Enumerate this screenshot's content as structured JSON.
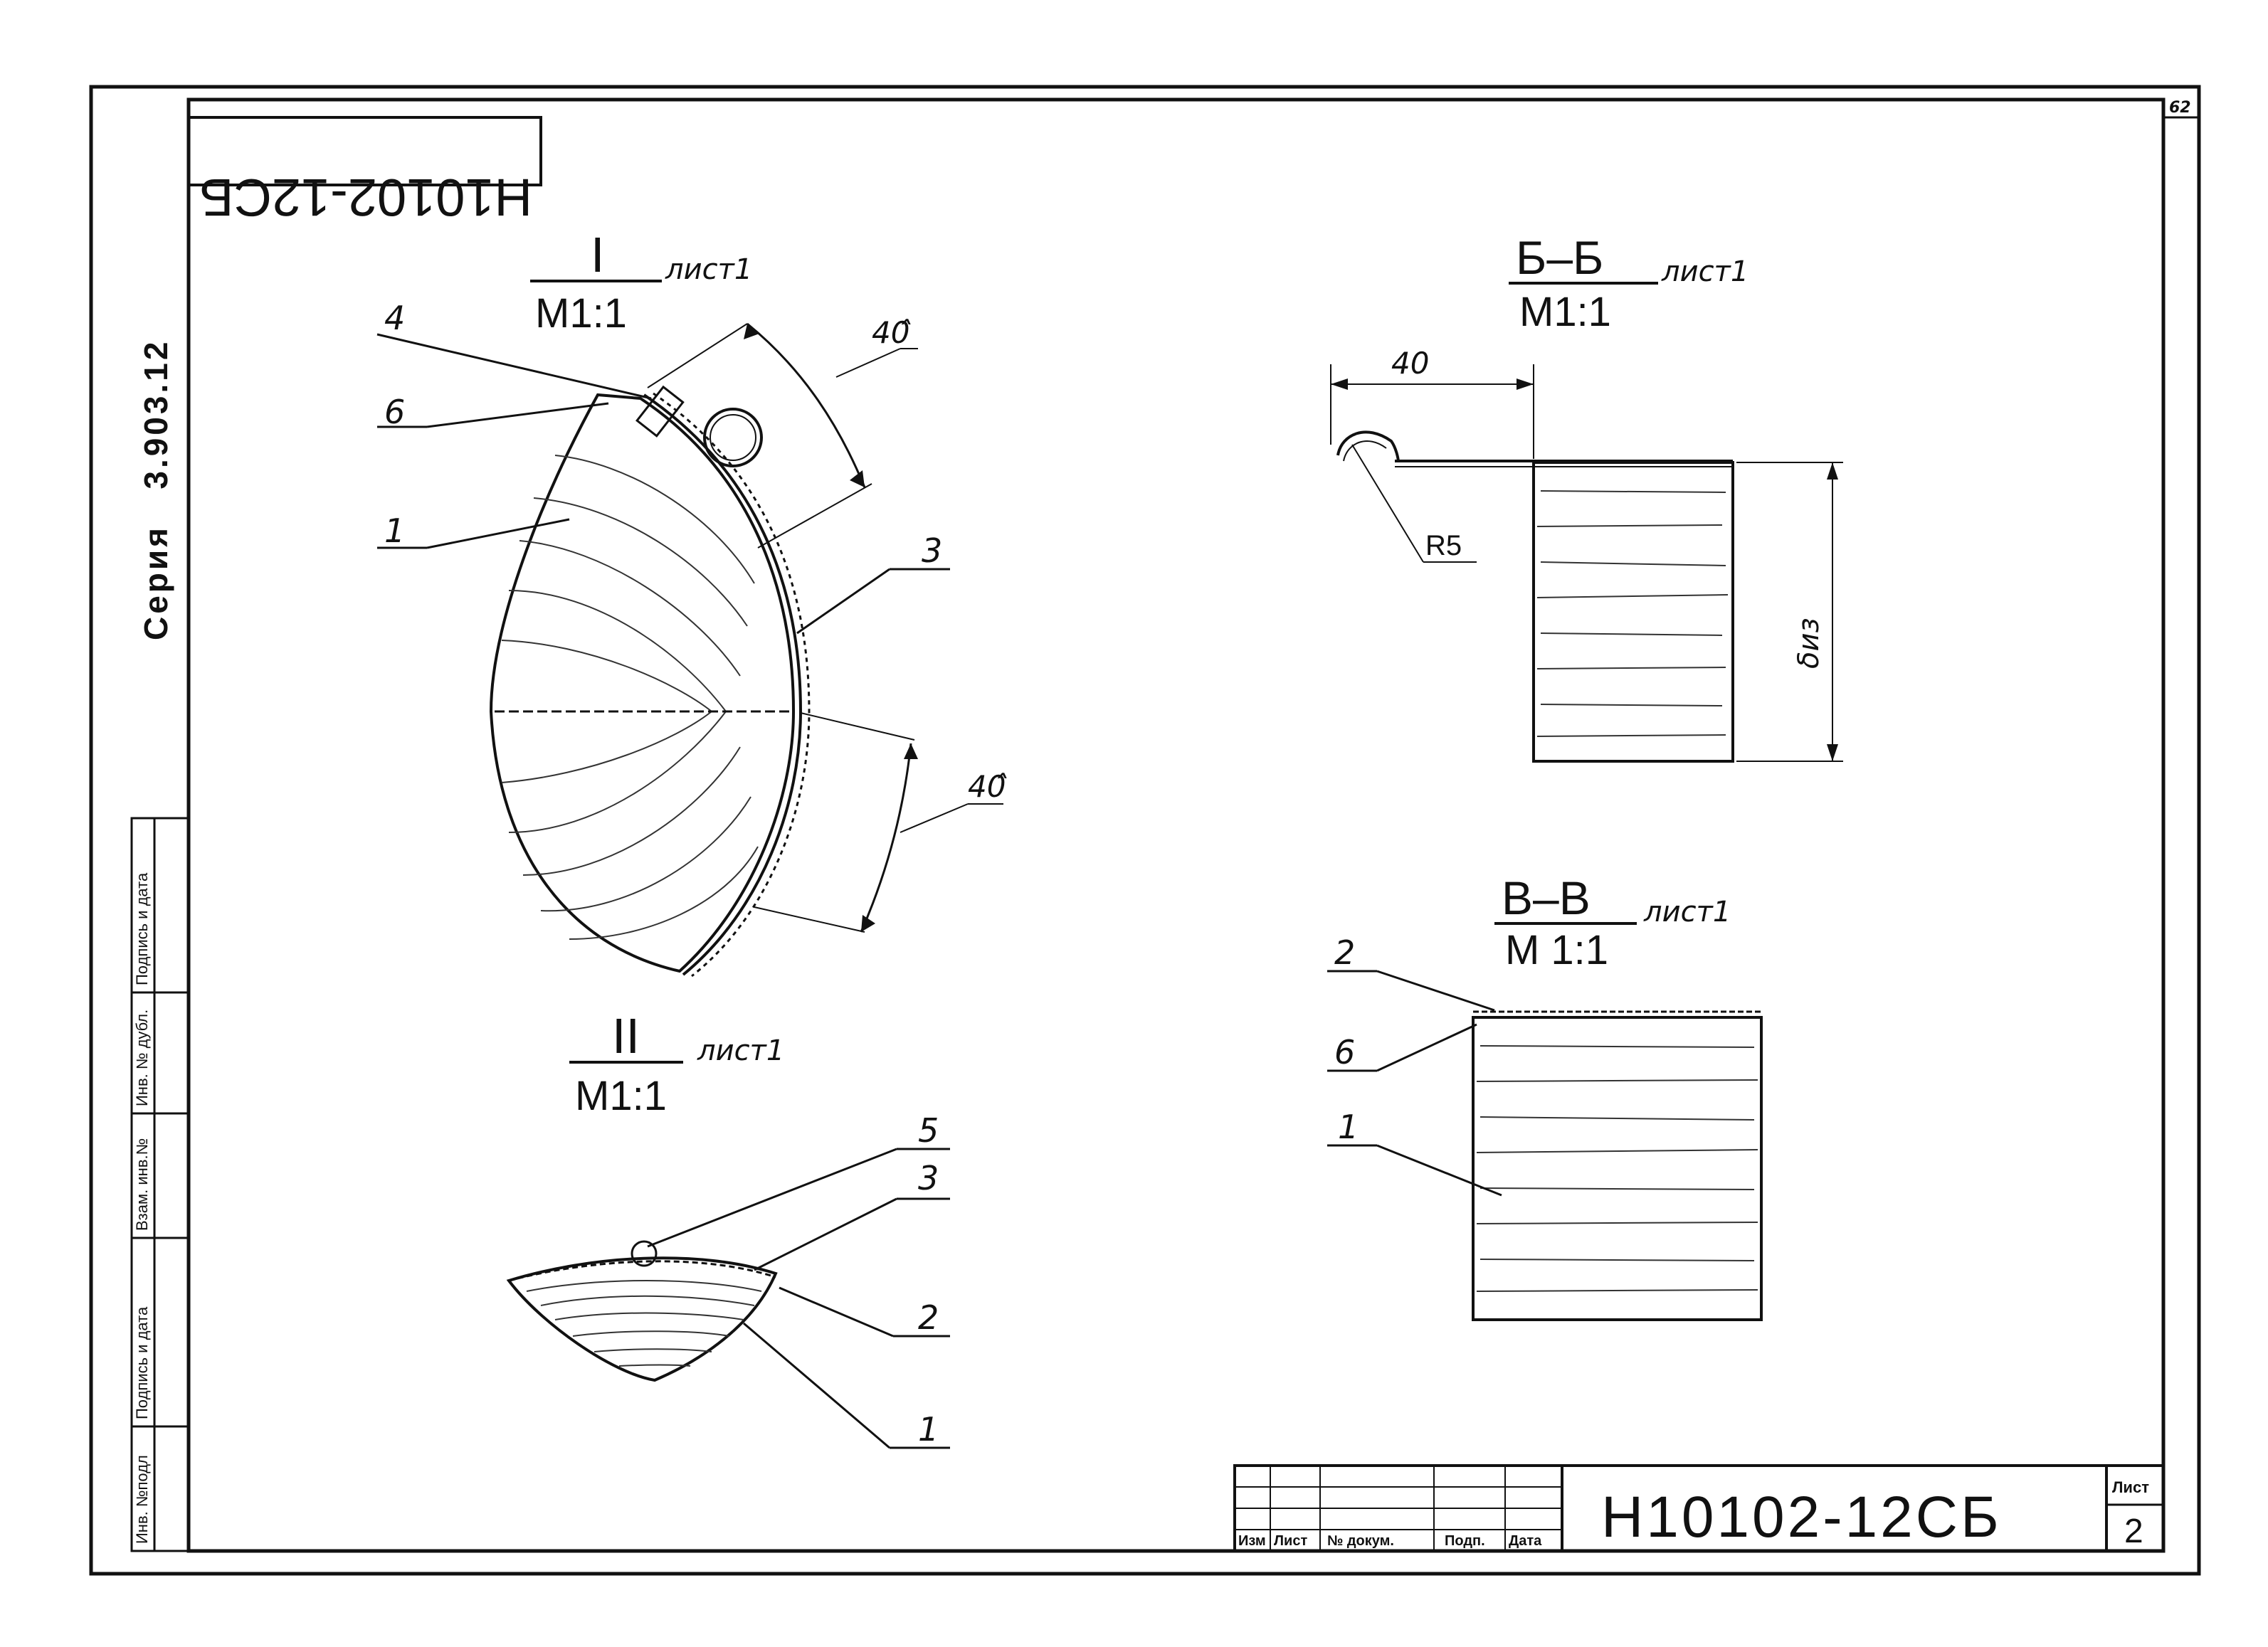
{
  "sheet_corner_number": "62",
  "stamp_mirrored": "Н10102-12СБ",
  "series_label": "Серия   3.903.12",
  "left_strip_labels": [
    "Инв. №подл",
    "Подпись и дата",
    "Взам. инв.№",
    "Инв. № дубл.",
    "Подпись и дата"
  ],
  "views": {
    "view1": {
      "num": "I",
      "sheet": "лист1",
      "scale": "М1:1"
    },
    "view2": {
      "num": "II",
      "sheet": "лист1",
      "scale": "М1:1"
    },
    "viewBB": {
      "num": "Б–Б",
      "sheet": "лист1",
      "scale": "М1:1"
    },
    "viewVV": {
      "num": "В–В",
      "sheet": "лист1",
      "scale": "М 1:1"
    }
  },
  "callouts": {
    "v1": [
      "4",
      "6",
      "1",
      "3"
    ],
    "v2": [
      "5",
      "3",
      "2",
      "1"
    ],
    "vv": [
      "2",
      "6",
      "1"
    ]
  },
  "dimensions": {
    "arc_top": "40̂",
    "arc_bottom": "40̂",
    "bb_width": "40",
    "bb_radius": "R5",
    "bb_height": "δиз"
  },
  "title_block": {
    "headers": [
      "Изм",
      "Лист",
      "№ докум.",
      "Подп.",
      "Дата"
    ],
    "designation": "Н10102-12СБ",
    "sheet_label": "Лист",
    "sheet_number": "2"
  }
}
